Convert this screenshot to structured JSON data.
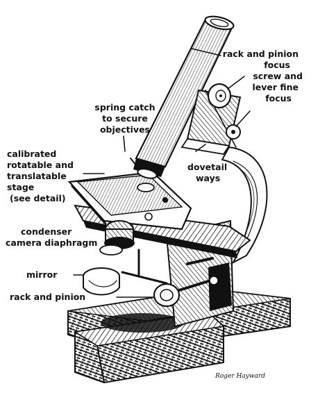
{
  "labels": {
    "rack_pinion_focus": [
      "rack and pinion",
      "focus",
      "screw and",
      "lever fine",
      "focus"
    ],
    "spring_catch": [
      "spring catch",
      "to secure",
      "objectives"
    ],
    "stage": [
      "calibrated",
      "rotatable and",
      "translatable",
      "stage",
      "(see detail)"
    ],
    "dovetail": [
      "dovetail",
      "ways"
    ],
    "condenser": [
      "condenser",
      "camera diaphragm"
    ],
    "mirror": "mirror",
    "rack_pinion": "rack and pinion"
  },
  "signature": "Roger Hayward",
  "colors": {
    "ink": "#111111",
    "paper": "#ffffff"
  }
}
